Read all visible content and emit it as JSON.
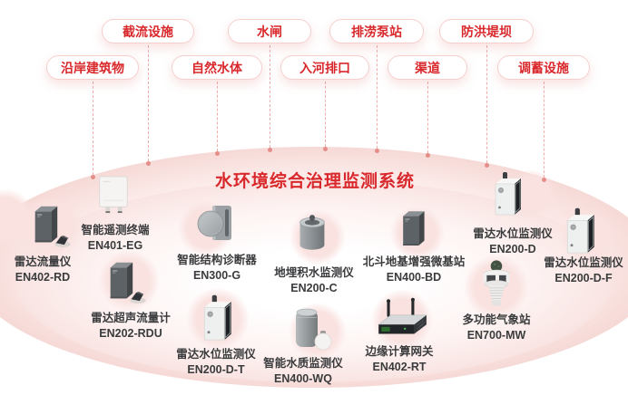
{
  "title": "水环境综合治理监测系统",
  "colors": {
    "accent_red": "#d9282c",
    "pill_border": "#f6cfcd",
    "dash_line": "#eeada9",
    "ellipse_pink": "#f9e4e2",
    "label_text": "#3a3b3d"
  },
  "tags": {
    "row1": [
      {
        "label": "截流设施"
      },
      {
        "label": "水闸"
      },
      {
        "label": "排涝泵站"
      },
      {
        "label": "防洪堤坝"
      }
    ],
    "row2": [
      {
        "label": "沿岸建筑物"
      },
      {
        "label": "自然水体"
      },
      {
        "label": "入河排口"
      },
      {
        "label": "渠道"
      },
      {
        "label": "调蓄设施"
      }
    ]
  },
  "devices": [
    {
      "name": "雷达流量仪",
      "model": "EN402-RD"
    },
    {
      "name": "智能遥测终端",
      "model": "EN401-EG"
    },
    {
      "name": "雷达超声流量计",
      "model": "EN202-RDU"
    },
    {
      "name": "智能结构诊断器",
      "model": "EN300-G"
    },
    {
      "name": "地埋积水监测仪",
      "model": "EN200-C"
    },
    {
      "name": "雷达水位监测仪",
      "model": "EN200-D-T"
    },
    {
      "name": "智能水质监测仪",
      "model": "EN400-WQ"
    },
    {
      "name": "北斗地基增强微基站",
      "model": "EN400-BD"
    },
    {
      "name": "边缘计算网关",
      "model": "EN402-RT"
    },
    {
      "name": "多功能气象站",
      "model": "EN700-MW"
    },
    {
      "name": "雷达水位监测仪",
      "model": "EN200-D"
    },
    {
      "name": "雷达水位监测仪",
      "model": "EN200-D-F"
    }
  ]
}
